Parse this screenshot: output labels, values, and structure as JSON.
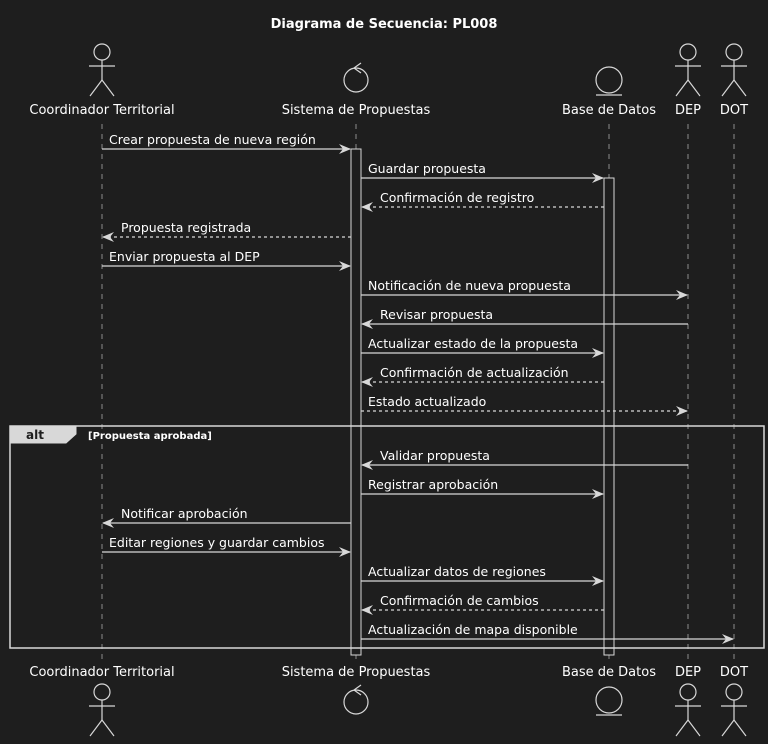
{
  "title": "Diagrama de Secuencia: PL008",
  "colors": {
    "background": "#1e1e1e",
    "foreground": "#ffffff",
    "line": "#d8d8d8",
    "lifeline": "#8c8c8c",
    "activation_fill": "#1e1e1e",
    "alt_tab": "#d8d8d8",
    "alt_tab_text": "#1e1e1e"
  },
  "participants": [
    {
      "id": "coord",
      "label": "Coordinador Territorial",
      "kind": "actor"
    },
    {
      "id": "sys",
      "label": "Sistema de Propuestas",
      "kind": "control"
    },
    {
      "id": "db",
      "label": "Base de Datos",
      "kind": "entity"
    },
    {
      "id": "dep",
      "label": "DEP",
      "kind": "actor"
    },
    {
      "id": "dot",
      "label": "DOT",
      "kind": "actor"
    }
  ],
  "messages": [
    {
      "from": "coord",
      "to": "sys",
      "label": "Crear propuesta de nueva región",
      "style": "solid"
    },
    {
      "from": "sys",
      "to": "db",
      "label": "Guardar propuesta",
      "style": "solid"
    },
    {
      "from": "db",
      "to": "sys",
      "label": "Confirmación de registro",
      "style": "dashed"
    },
    {
      "from": "sys",
      "to": "coord",
      "label": "Propuesta registrada",
      "style": "dashed"
    },
    {
      "from": "coord",
      "to": "sys",
      "label": "Enviar propuesta al DEP",
      "style": "solid"
    },
    {
      "from": "sys",
      "to": "dep",
      "label": "Notificación de nueva propuesta",
      "style": "solid"
    },
    {
      "from": "dep",
      "to": "sys",
      "label": "Revisar propuesta",
      "style": "solid"
    },
    {
      "from": "sys",
      "to": "db",
      "label": "Actualizar estado de la propuesta",
      "style": "solid"
    },
    {
      "from": "db",
      "to": "sys",
      "label": "Confirmación de actualización",
      "style": "dashed"
    },
    {
      "from": "sys",
      "to": "dep",
      "label": "Estado actualizado",
      "style": "dashed"
    },
    {
      "from": "dep",
      "to": "sys",
      "label": "Validar propuesta",
      "style": "solid"
    },
    {
      "from": "sys",
      "to": "db",
      "label": "Registrar aprobación",
      "style": "solid"
    },
    {
      "from": "sys",
      "to": "coord",
      "label": "Notificar aprobación",
      "style": "solid"
    },
    {
      "from": "coord",
      "to": "sys",
      "label": "Editar regiones y guardar cambios",
      "style": "solid"
    },
    {
      "from": "sys",
      "to": "db",
      "label": "Actualizar datos de regiones",
      "style": "solid"
    },
    {
      "from": "db",
      "to": "sys",
      "label": "Confirmación de cambios",
      "style": "dashed"
    },
    {
      "from": "sys",
      "to": "dot",
      "label": "Actualización de mapa disponible",
      "style": "solid"
    }
  ],
  "fragment": {
    "keyword": "alt",
    "guard": "[Propuesta aprobada]"
  }
}
